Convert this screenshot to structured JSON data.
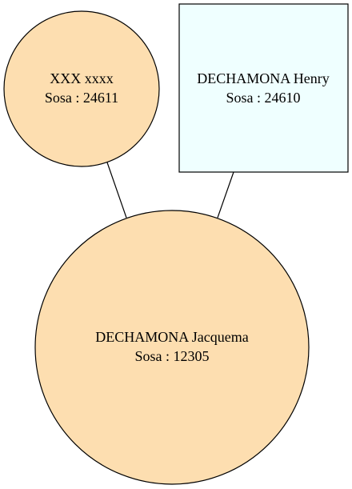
{
  "diagram": {
    "nodes": {
      "mother": {
        "name": "XXX xxxx",
        "sosa": "Sosa : 24611",
        "fill": "#fddeb0"
      },
      "father": {
        "name": "DECHAMONA Henry",
        "sosa": "Sosa : 24610",
        "fill": "#efffff"
      },
      "child": {
        "name": "DECHAMONA Jacquema",
        "sosa": "Sosa : 12305",
        "fill": "#fddeb0"
      }
    }
  }
}
